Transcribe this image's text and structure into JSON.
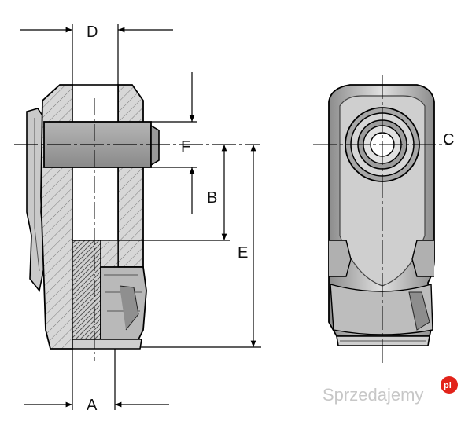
{
  "labels": {
    "D": "D",
    "F": "F",
    "B": "B",
    "E": "E",
    "A": "A",
    "C": "C"
  },
  "watermark": {
    "text": "Sprzedajemy",
    "badge": "pl"
  },
  "colors": {
    "line": "#000000",
    "metal_light": "#d4d4d4",
    "metal_mid": "#a9a9a9",
    "metal_dark": "#6f6f6f",
    "pin": "#9a9a9a",
    "watermark": "#c7c7c7",
    "badge": "#e2231a"
  }
}
